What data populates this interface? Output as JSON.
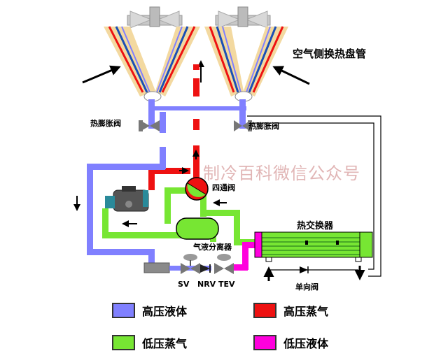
{
  "labels": {
    "air_coil": "空气侧换热盘管",
    "txv_left": "热膨胀阀",
    "txv_right": "热膨胀阀",
    "four_way_valve": "四通阀",
    "heat_exchanger": "热交换器",
    "gas_liquid_separator": "气液分离器",
    "sv": "SV",
    "nrv": "NRV",
    "tev": "TEV",
    "check_valve": "单向阀"
  },
  "watermark": "制冷百科微信公众号",
  "legend": [
    {
      "label": "高压液体",
      "color": "#8080ff"
    },
    {
      "label": "高压蒸气",
      "color": "#ee1111"
    },
    {
      "label": "低压蒸气",
      "color": "#77e633"
    },
    {
      "label": "低压液体",
      "color": "#ff00dd"
    }
  ],
  "colors": {
    "high_pressure_liquid": "#8080ff",
    "high_pressure_vapor": "#ee1111",
    "low_pressure_vapor": "#77e633",
    "low_pressure_liquid": "#ff00dd",
    "coil_fill": "#f3d9a0",
    "coil_blue": "#1a4fb5"
  }
}
